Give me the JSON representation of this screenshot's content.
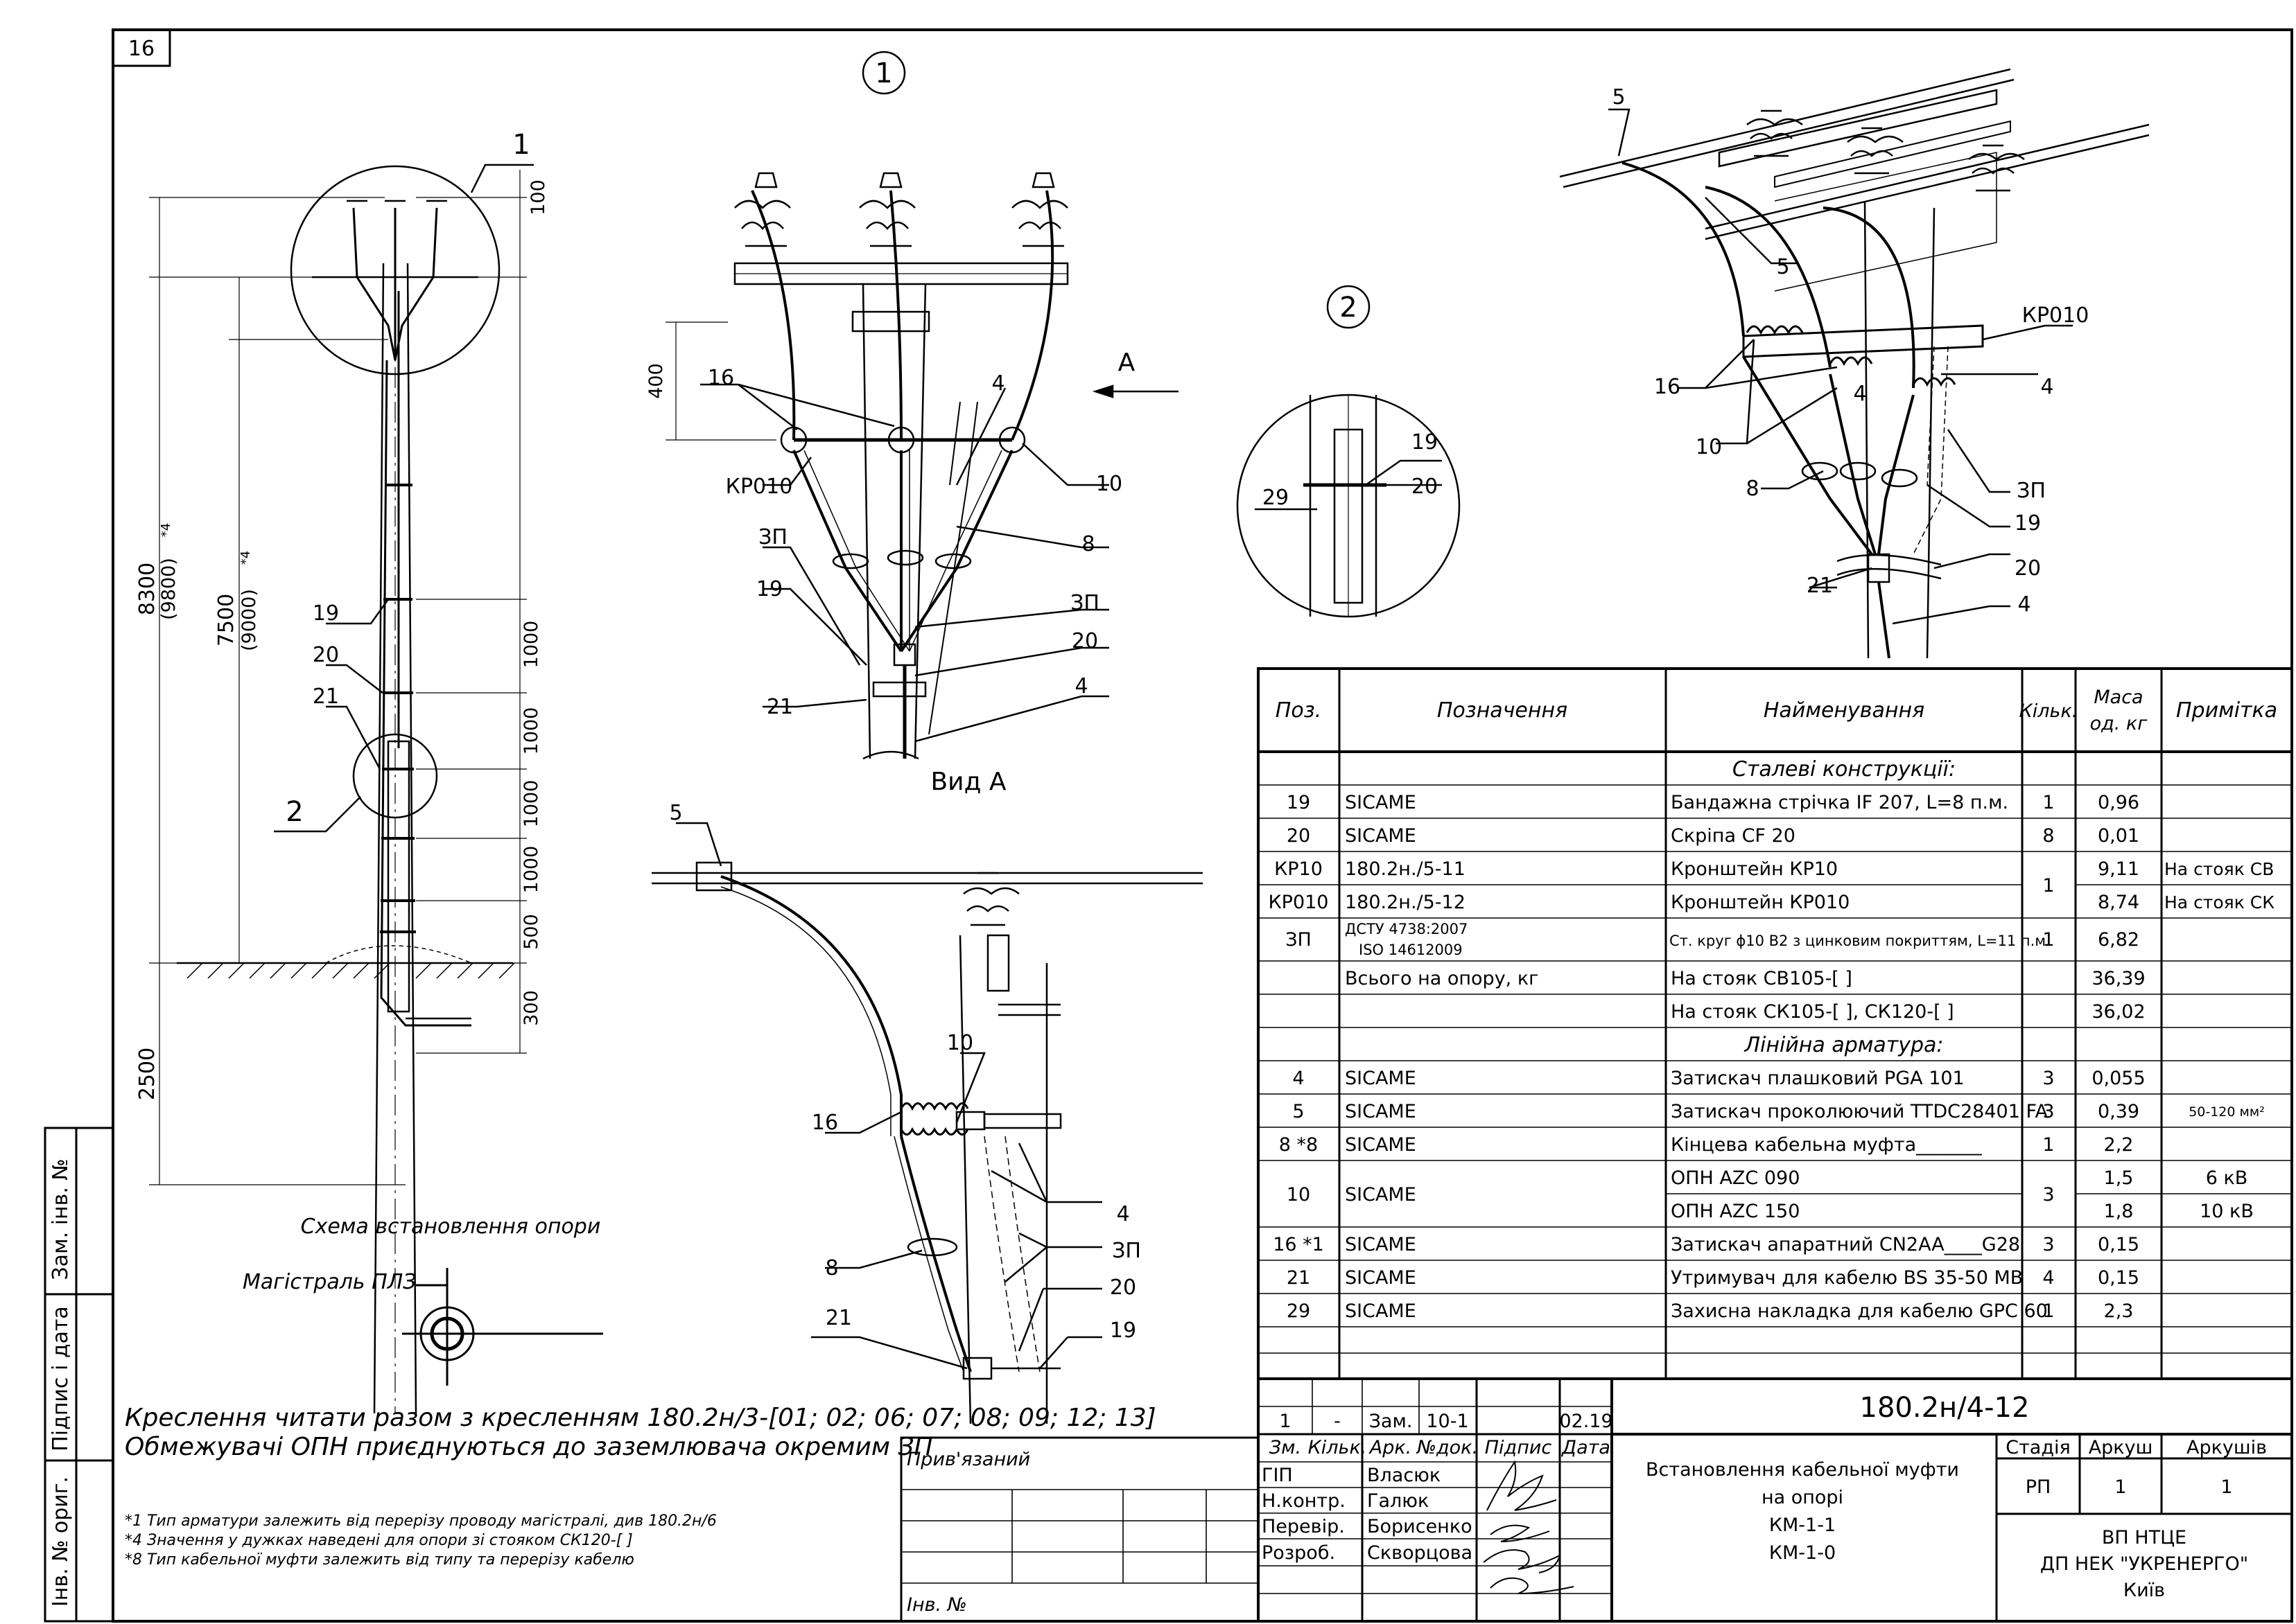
{
  "sheet": {
    "number": "16"
  },
  "callouts": {
    "c1": "1",
    "c2": "2",
    "c5": "5",
    "c16": "16",
    "c4": "4",
    "c10": "10",
    "c8": "8",
    "c3p": "ЗП",
    "c19": "19",
    "c20": "20",
    "c21": "21",
    "c29": "29",
    "kr010": "КР010",
    "view_arrow": "А",
    "view_a": "Вид А"
  },
  "dimensions": {
    "d100": "100",
    "d400": "400",
    "d8300": "8300",
    "d9800": "(9800)",
    "d7500": "7500",
    "d9000": "(9000)",
    "d1000a": "1000",
    "d1000b": "1000",
    "d1000c": "1000",
    "d1000d": "1000",
    "d500": "500",
    "d300": "300",
    "d2500": "2500",
    "mark4a": "*4",
    "mark4b": "*4"
  },
  "scheme": {
    "title": "Схема встановлення опори",
    "line_label": "Магістраль ПЛЗ"
  },
  "notes": {
    "line1": "Креслення читати разом з кресленням 180.2н/3-[01; 02; 06; 07; 08; 09; 12; 13]",
    "line2": "Обмежувачі ОПН приєднуються до заземлювача окремим ЗП",
    "fn1": "*1 Тип арматури залежить від перерізу проводу магістралі, див 180.2н/6",
    "fn4": "*4 Значення у дужках наведені для опори зі стояком СК120-[  ]",
    "fn8": "*8 Тип кабельної муфти залежить від типу та перерізу кабелю"
  },
  "side_stamp": {
    "zam": "Зам. інв. №",
    "pidpys": "Підпис і дата",
    "inv": "Інв. № ориг."
  },
  "binding": {
    "prybiazanyi": "Прив'язаний",
    "inv": "Інв. №"
  },
  "spec": {
    "headers": {
      "pos": "Поз.",
      "oznach": "Позначення",
      "naim": "Найменування",
      "kilk": "Кільк.",
      "masa1": "Маса",
      "masa2": "од. кг",
      "prym": "Примітка"
    },
    "section1": "Сталеві конструкції:",
    "section2": "Лінійна арматура:",
    "rows1": [
      {
        "pos": "19",
        "oz": "SICAME",
        "name": "Бандажна стрічка IF 207, L=8 п.м.",
        "q": "1",
        "m": "0,96",
        "note": ""
      },
      {
        "pos": "20",
        "oz": "SICAME",
        "name": "Скріпа CF 20",
        "q": "8",
        "m": "0,01",
        "note": ""
      },
      {
        "pos": "КР10",
        "oz": "180.2н./5-11",
        "name": "Кронштейн КР10",
        "q": "",
        "m": "9,11",
        "note": "На стояк СВ"
      },
      {
        "pos": "КР010",
        "oz": "180.2н./5-12",
        "name": "Кронштейн КР010",
        "q": "",
        "m": "8,74",
        "note": "На стояк СК"
      }
    ],
    "kr_qty": "1",
    "zp_row": {
      "pos": "ЗП",
      "oz1": "ДСТУ 4738:2007",
      "oz2": "ISO 14612009",
      "name": "Ст. круг ϕ10 В2 з цинковим покриттям, L=11 п.м.",
      "q": "1",
      "m": "6,82"
    },
    "total_label": "Всього на опору, кг",
    "totals": [
      {
        "name": "На стояк СВ105-[  ]",
        "m": "36,39"
      },
      {
        "name": "На стояк СК105-[  ], СК120-[  ]",
        "m": "36,02"
      }
    ],
    "rows2a": [
      {
        "pos": "4",
        "oz": "SICAME",
        "name": "Затискач плашковий PGA 101",
        "q": "3",
        "m": "0,055",
        "note": ""
      },
      {
        "pos": "5",
        "oz": "SICAME",
        "name": "Затискач проколюючий TTDC28401 FA",
        "q": "3",
        "m": "0,39",
        "note": "50-120 мм²"
      },
      {
        "pos": "8 *8",
        "oz": "SICAME",
        "name": "Кінцева кабельна муфта_______",
        "q": "1",
        "m": "2,2",
        "note": ""
      }
    ],
    "opn": {
      "pos": "10",
      "oz": "SICAME",
      "name1": "ОПН AZC 090",
      "name2": "ОПН AZC 150",
      "q": "3",
      "m1": "1,5",
      "m2": "1,8",
      "n1": "6 кВ",
      "n2": "10 кВ"
    },
    "rows2b": [
      {
        "pos": "16 *1",
        "oz": "SICAME",
        "name": "Затискач апаратний CN2AA____G28",
        "q": "3",
        "m": "0,15",
        "note": ""
      },
      {
        "pos": "21",
        "oz": "SICAME",
        "name": "Утримувач для кабелю BS 35-50 MB",
        "q": "4",
        "m": "0,15",
        "note": ""
      },
      {
        "pos": "29",
        "oz": "SICAME",
        "name": "Захисна накладка для кабелю GPC 60",
        "q": "1",
        "m": "2,3",
        "note": ""
      }
    ]
  },
  "title_block": {
    "doc_code": "180.2н/4-12",
    "rev": {
      "n": "1",
      "k": "-",
      "zam": "Зам.",
      "doc": "10-1",
      "date": "02.19"
    },
    "cols": {
      "zm": "Зм.",
      "kilk": "Кільк.",
      "ark": "Арк.",
      "ndok": "№док.",
      "pidpys": "Підпис",
      "data": "Дата"
    },
    "people": [
      {
        "role": "ГІП",
        "name": "Власюк"
      },
      {
        "role": "Н.контр.",
        "name": "Галюк"
      },
      {
        "role": "Перевір.",
        "name": "Борисенко"
      },
      {
        "role": "Розроб.",
        "name": "Скворцова"
      }
    ],
    "desc": [
      "Встановлення кабельної муфти",
      "на опорі",
      "КМ-1-1",
      "КМ-1-0"
    ],
    "stadia_h": "Стадія",
    "arkush_h": "Аркуш",
    "arkushiv_h": "Аркушів",
    "stadia": "РП",
    "arkush": "1",
    "arkushiv": "1",
    "org": [
      "ВП НТЦЕ",
      "ДП НЕК \"УКРЕНЕРГО\"",
      "Київ"
    ]
  }
}
